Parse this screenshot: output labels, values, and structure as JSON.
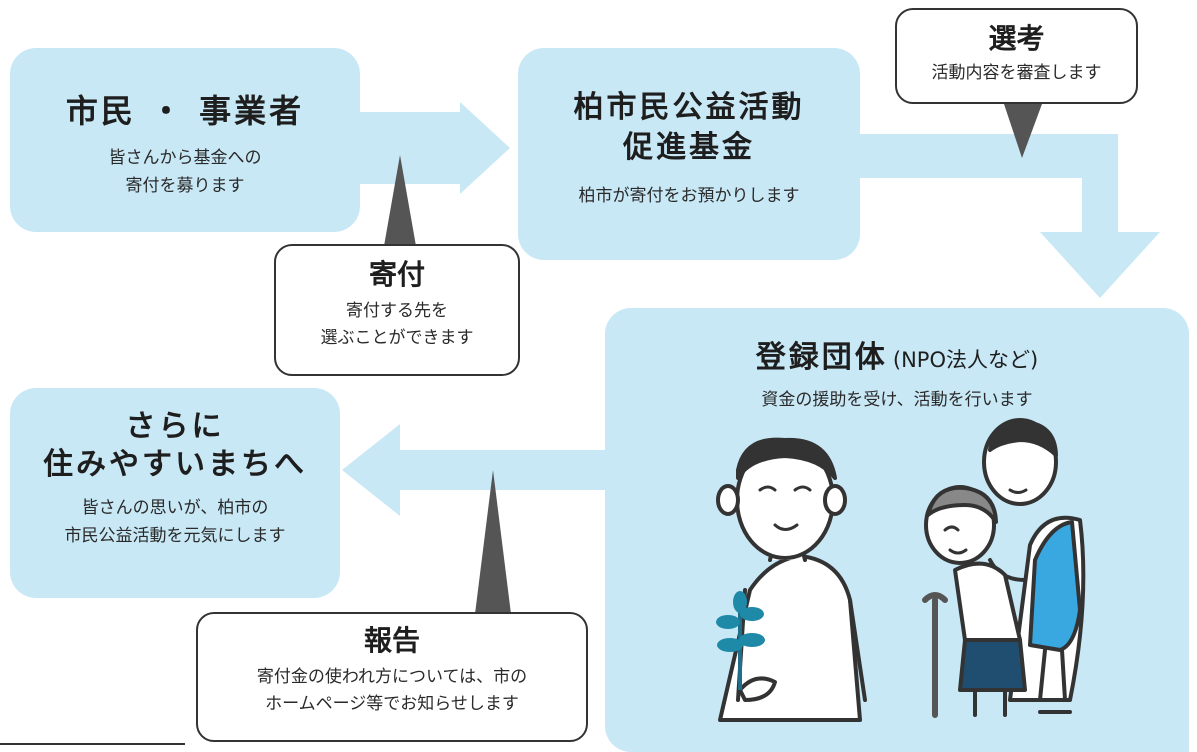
{
  "colors": {
    "box_fill": "#c8e8f6",
    "arrow_fill": "#c8e8f6",
    "pointer_fill": "#555555",
    "apron": "#3aa8e0",
    "skirt": "#1f4e70"
  },
  "nodes": {
    "citizens": {
      "title": "市民 ・ 事業者",
      "desc": "皆さんから基金への\n寄付を募ります"
    },
    "fund": {
      "title_line1": "柏市民公益活動",
      "title_line2": "促進基金",
      "desc": "柏市が寄付をお預かりします"
    },
    "groups": {
      "title": "登録団体",
      "title_suffix": "(NPO法人など)",
      "desc": "資金の援助を受け、活動を行います"
    },
    "city": {
      "title_line1": "さらに",
      "title_line2": "住みやすいまちへ",
      "desc": "皆さんの思いが、柏市の\n市民公益活動を元気にします"
    }
  },
  "callouts": {
    "selection": {
      "title": "選考",
      "desc": "活動内容を審査します"
    },
    "donation": {
      "title": "寄付",
      "desc": "寄付する先を\n選ぶことができます"
    },
    "report": {
      "title": "報告",
      "desc": "寄付金の使われ方については、市の\nホームページ等でお知らせします"
    }
  }
}
